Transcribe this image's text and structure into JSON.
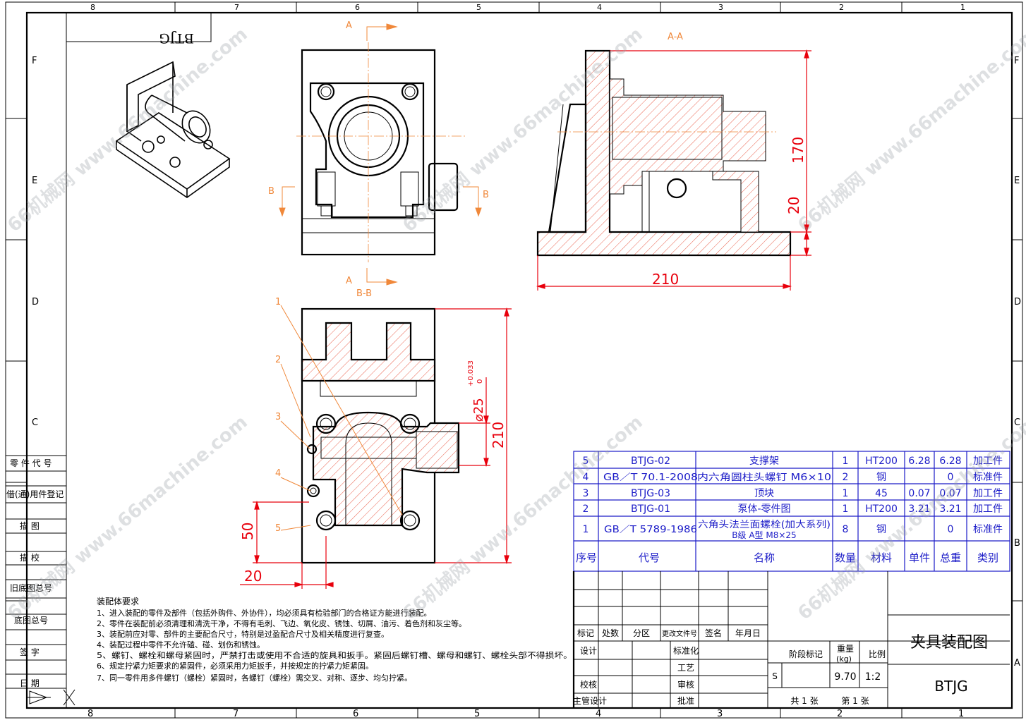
{
  "frame": {
    "col_markers": [
      "8",
      "7",
      "6",
      "5",
      "4",
      "3",
      "2",
      "1"
    ],
    "row_markers": [
      "F",
      "E",
      "D",
      "C",
      "B",
      "A"
    ]
  },
  "mirror_code": "BTJG",
  "side_table": {
    "rows": [
      "零 件 代 号",
      "借(通)用件登记",
      "描 图",
      "描 校",
      "旧底图总号",
      "底图总号",
      "签 字",
      "日 期"
    ]
  },
  "section_labels": {
    "a_top": "A",
    "a_bottom": "A",
    "b_left": "B",
    "b_right": "B",
    "aa_title": "A-A",
    "bb_title": "B-B"
  },
  "balloons": [
    "1",
    "2",
    "3",
    "4",
    "5"
  ],
  "dimensions": {
    "height_170": "170",
    "height_20": "20",
    "width_210_aa": "210",
    "dia": "⌀25",
    "tol_upper": "+0.033",
    "tol_lower": "0",
    "height_210_bb": "210",
    "height_50": "50",
    "width_20": "20"
  },
  "bom": {
    "rows": [
      {
        "no": "5",
        "code": "BTJG-02",
        "name": "支撑架",
        "name2": "",
        "qty": "1",
        "mat": "HT200",
        "unit": "6.28",
        "total": "6.28",
        "type": "加工件"
      },
      {
        "no": "4",
        "code": "GB／T 70.1-2008",
        "name": "内六角圆柱头螺钉 M6×10",
        "name2": "",
        "qty": "2",
        "mat": "钢",
        "unit": "",
        "total": "0",
        "type": "标准件"
      },
      {
        "no": "3",
        "code": "BTJG-03",
        "name": "顶块",
        "name2": "",
        "qty": "1",
        "mat": "45",
        "unit": "0.07",
        "total": "0.07",
        "type": "加工件"
      },
      {
        "no": "2",
        "code": "BTJG-01",
        "name": "泵体-零件图",
        "name2": "",
        "qty": "1",
        "mat": "HT200",
        "unit": "3.21",
        "total": "3.21",
        "type": "加工件"
      },
      {
        "no": "1",
        "code": "GB／T 5789-1986",
        "name": "六角头法兰面螺栓(加大系列)",
        "name2": "B级 A型 M8×25",
        "qty": "8",
        "mat": "钢",
        "unit": "",
        "total": "0",
        "type": "标准件"
      }
    ],
    "header": {
      "no": "序号",
      "code": "代号",
      "name": "名称",
      "qty": "数量",
      "mat": "材料",
      "unit": "单件",
      "total": "总重",
      "type": "类别"
    }
  },
  "tech_req": {
    "title": "装配体要求",
    "lines": [
      "1、进入装配的零件及部件（包括外购件、外协件），均必须具有检验部门的合格证方能进行装配。",
      "2、零件在装配前必须清理和清洗干净，不得有毛刺、飞边、氧化皮、锈蚀、切屑、油污、着色剂和灰尘等。",
      "3、装配前应对零、部件的主要配合尺寸，特别是过盈配合尺寸及相关精度进行复查。",
      "4、装配过程中零件不允许磕、碰、划伤和锈蚀。",
      "5、螺钉、螺栓和螺母紧固时，严禁打击或使用不合适的旋具和扳手。紧固后螺钉槽、螺母和螺钉、螺栓头部不得损坏。",
      "6、规定拧紧力矩要求的紧固件，必须采用力矩扳手，并按规定的拧紧力矩紧固。",
      "7、同一零件用多件螺钉（螺栓）紧固时，各螺钉（螺栓）需交叉、对称、逐步、均匀拧紧。"
    ]
  },
  "title_block": {
    "rev_head": [
      "标记",
      "处数",
      "分区",
      "更改文件号",
      "签名",
      "年月日"
    ],
    "design": "设计",
    "standard": "标准化",
    "check": "校核",
    "process": "工艺",
    "chief": "主管设计",
    "review": "审核",
    "approve": "批准",
    "stage": "阶段标记",
    "weight": "重量",
    "weight_unit": "(kg)",
    "scale": "比例",
    "stage_value": "S",
    "weight_value": "9.70",
    "scale_value": "1:2",
    "sheets_total": "共 1 张",
    "sheet_no": "第 1 张",
    "drawing_name": "夹具装配图",
    "drawing_code": "BTJG"
  },
  "watermark": "66机械网 www.66machine.com"
}
